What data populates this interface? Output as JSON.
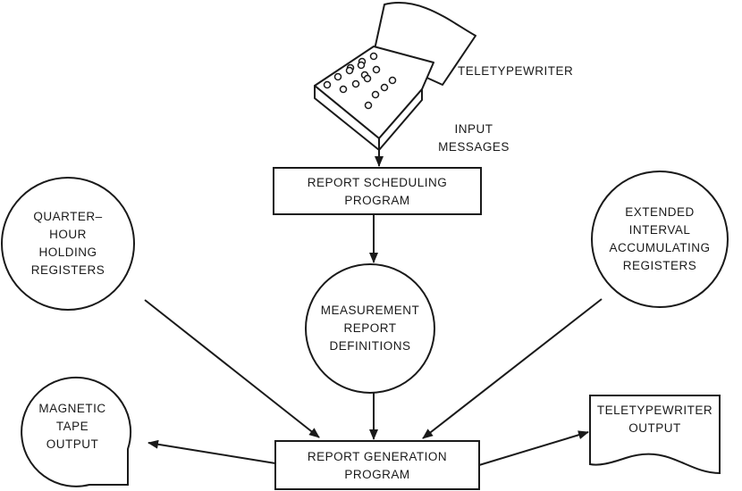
{
  "teletypewriter": {
    "label": "TELETYPEWRITER"
  },
  "input_messages": {
    "lines": [
      "INPUT",
      "MESSAGES"
    ]
  },
  "report_scheduling": {
    "lines": [
      "REPORT SCHEDULING",
      "PROGRAM"
    ]
  },
  "quarter_hour": {
    "lines": [
      "QUARTER–",
      "HOUR",
      "HOLDING",
      "REGISTERS"
    ]
  },
  "measurement_defs": {
    "lines": [
      "MEASUREMENT",
      "REPORT",
      "DEFINITIONS"
    ]
  },
  "extended_interval": {
    "lines": [
      "EXTENDED",
      "INTERVAL",
      "ACCUMULATING",
      "REGISTERS"
    ]
  },
  "magnetic_tape": {
    "lines": [
      "MAGNETIC",
      "TAPE",
      "OUTPUT"
    ]
  },
  "report_generation": {
    "lines": [
      "REPORT GENERATION",
      "PROGRAM"
    ]
  },
  "teletypewriter_output": {
    "lines": [
      "TELETYPEWRITER",
      "OUTPUT"
    ]
  }
}
